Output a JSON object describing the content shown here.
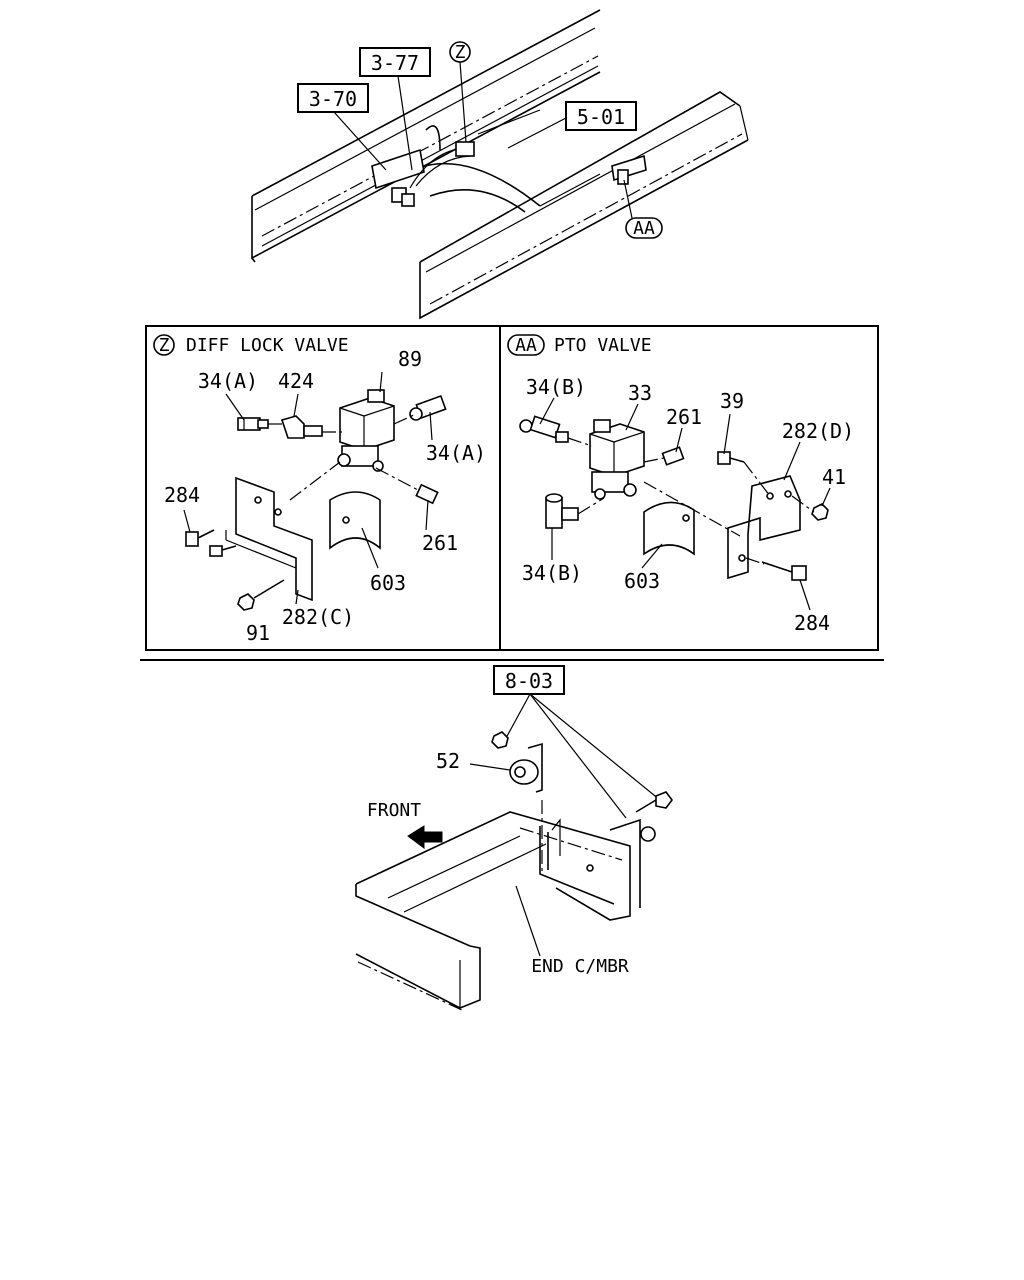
{
  "top": {
    "refs": [
      "3-77",
      "3-70",
      "5-01"
    ],
    "markers": [
      "Z",
      "AA"
    ]
  },
  "panel_left": {
    "marker": "Z",
    "title": "DIFF LOCK VALVE",
    "labels": {
      "p89": "89",
      "p34a_left": "34(A)",
      "p424": "424",
      "p34a_right": "34(A)",
      "p284": "284",
      "p261": "261",
      "p603": "603",
      "p282c": "282(C)",
      "p91": "91"
    }
  },
  "panel_right": {
    "marker": "AA",
    "title": "PTO VALVE",
    "labels": {
      "p34b_top": "34(B)",
      "p33": "33",
      "p261": "261",
      "p39": "39",
      "p282d": "282(D)",
      "p41": "41",
      "p34b_bottom": "34(B)",
      "p603": "603",
      "p284": "284"
    }
  },
  "bottom": {
    "ref": "8-03",
    "p52": "52",
    "front": "FRONT",
    "end_member": "END C/MBR"
  }
}
